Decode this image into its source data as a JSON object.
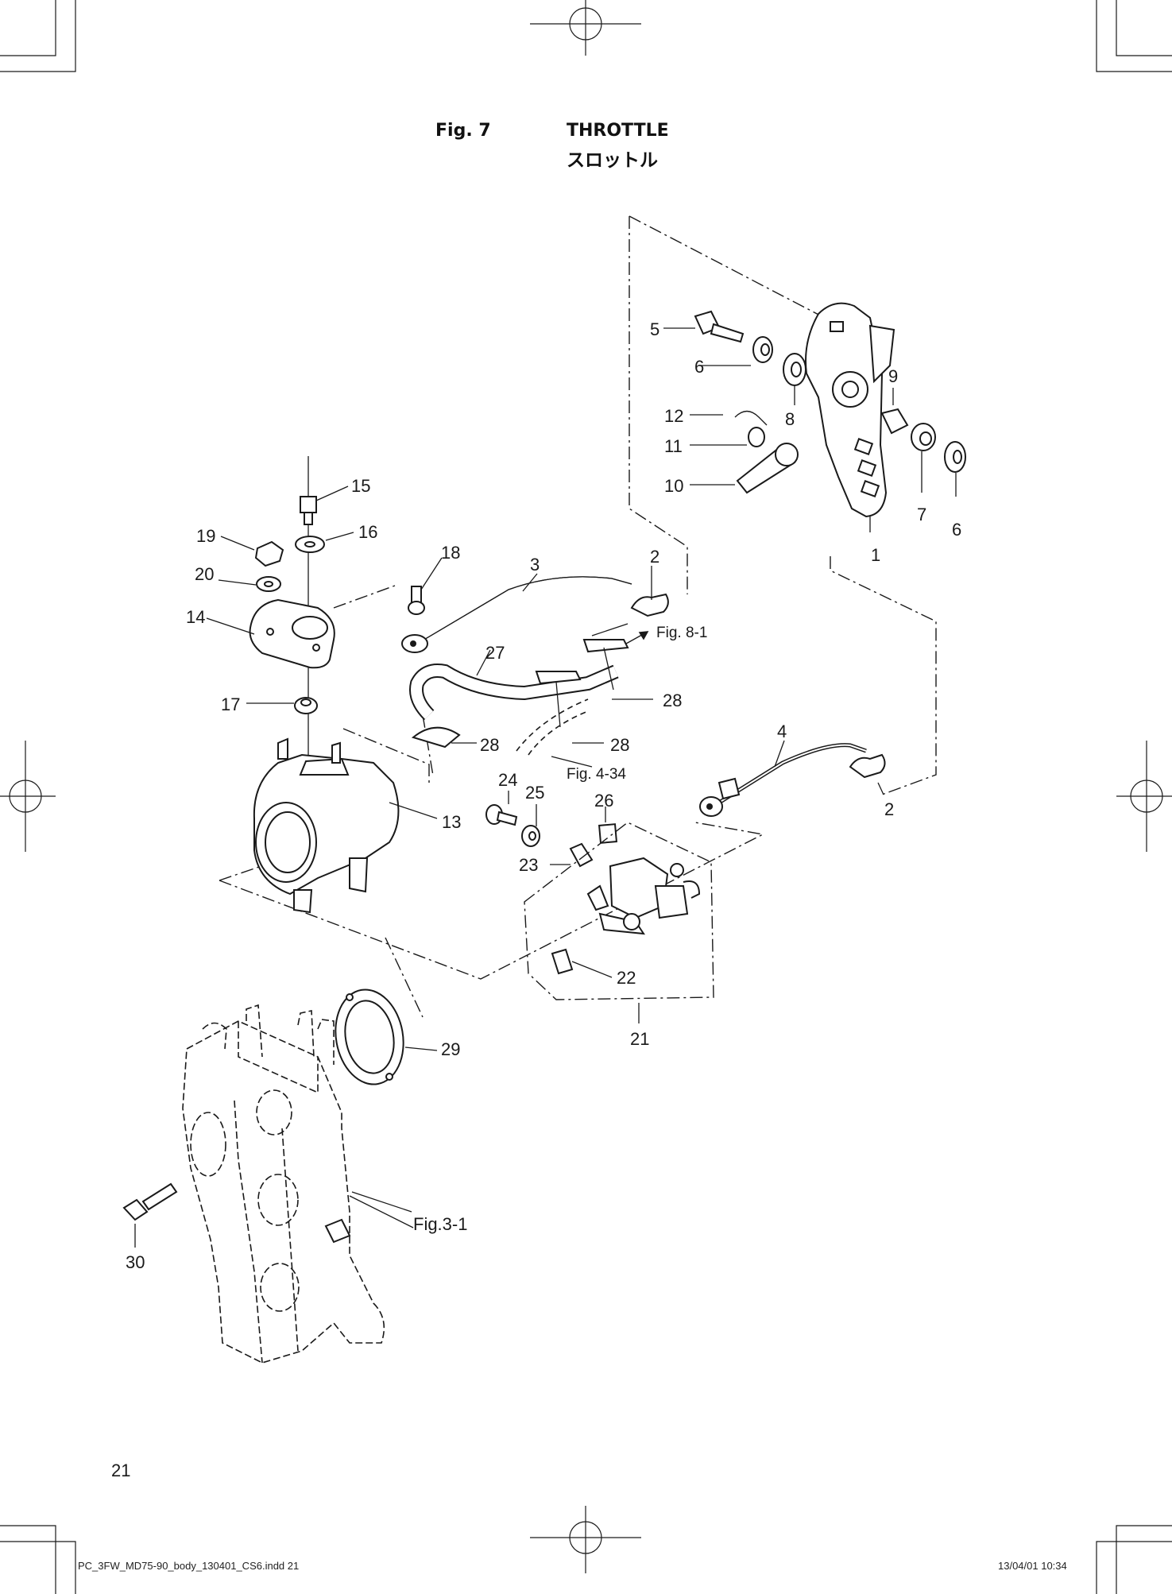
{
  "header": {
    "figure_number": "Fig. 7",
    "title_en": "THROTTLE",
    "title_ja": "スロットル"
  },
  "part_numbers": {
    "p1": "1",
    "p2a": "2",
    "p2b": "2",
    "p3": "3",
    "p4": "4",
    "p5": "5",
    "p6a": "6",
    "p6b": "6",
    "p7": "7",
    "p8": "8",
    "p9": "9",
    "p10": "10",
    "p11": "11",
    "p12": "12",
    "p13": "13",
    "p14": "14",
    "p15": "15",
    "p16": "16",
    "p17": "17",
    "p18": "18",
    "p19": "19",
    "p20": "20",
    "p21": "21",
    "p22": "22",
    "p23": "23",
    "p24": "24",
    "p25": "25",
    "p26": "26",
    "p27": "27",
    "p28a": "28",
    "p28b": "28",
    "p28c": "28",
    "p29": "29",
    "p30": "30"
  },
  "references": {
    "fig_8_1": "Fig. 8-1",
    "fig_4_34": "Fig. 4-34",
    "fig_3_1": "Fig.3-1"
  },
  "footer": {
    "page_number": "21",
    "slug_file": "PC_3FW_MD75-90_body_130401_CS6.indd   21",
    "slug_date": "13/04/01   10:34"
  }
}
